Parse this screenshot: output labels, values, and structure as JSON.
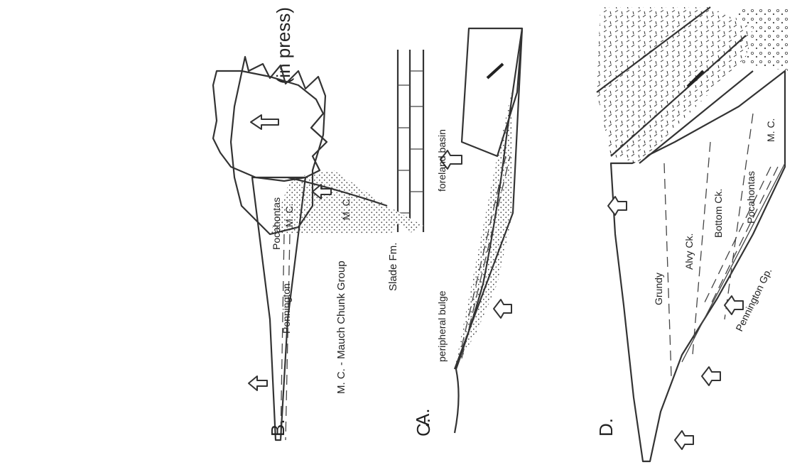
{
  "figure": {
    "header_partial": "(in press)",
    "panels": [
      {
        "letter": "A.",
        "labels": {
          "slade": "Slade Fm.",
          "mc": "M. C.",
          "legend": "M. C. - Mauch Chunk Group"
        }
      },
      {
        "letter": "B.",
        "labels": {
          "pocahontas": "Pocahontas",
          "mc": "M. C.",
          "pennington": "Pennington"
        }
      },
      {
        "letter": "C.",
        "labels": {
          "peripheral_bulge": "peripheral bulge",
          "foreland_basin": "foreland basin"
        }
      },
      {
        "letter": "D.",
        "labels": {
          "grundy": "Grundy",
          "alvy": "Alvy Ck.",
          "bottom": "Bottom Ck.",
          "pocahontas": "Pocahontas",
          "mc": "M. C.",
          "pennington": "Pennington Gp."
        }
      }
    ]
  }
}
